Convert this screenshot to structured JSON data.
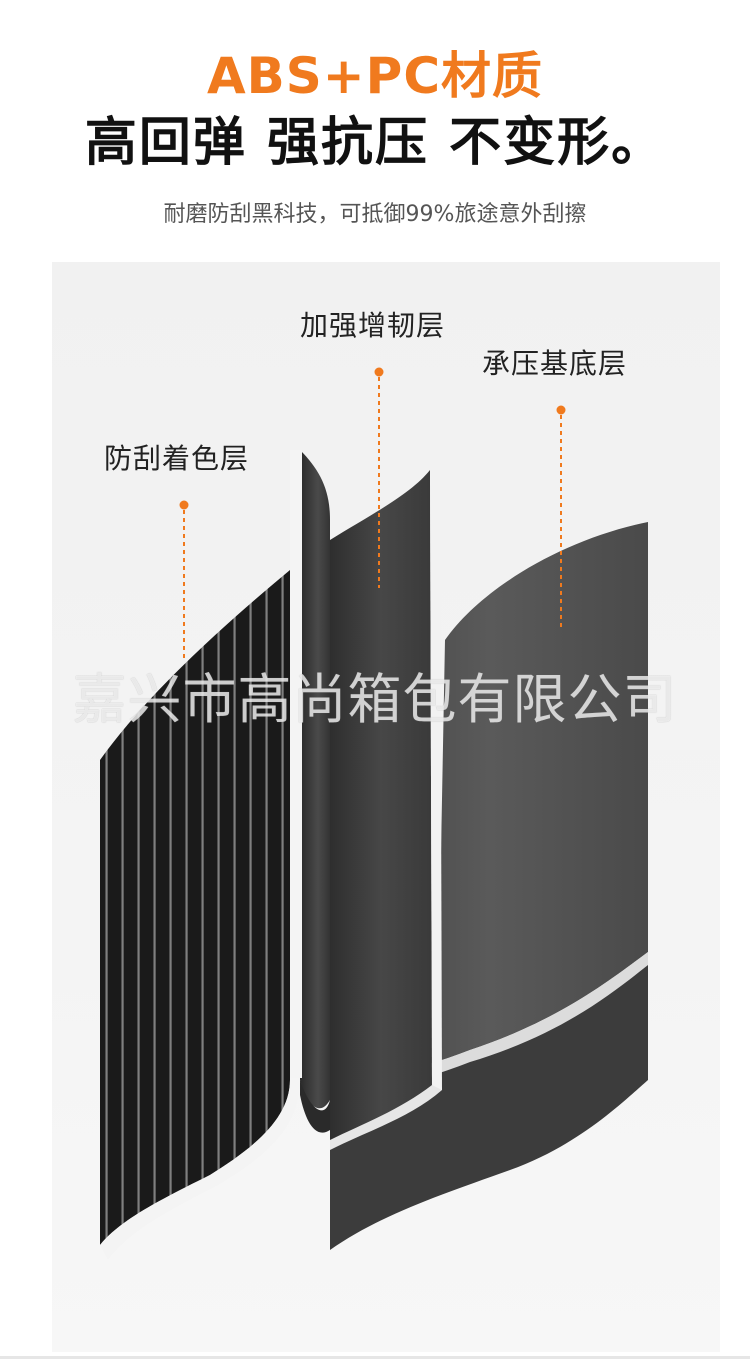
{
  "header": {
    "title_main": "ABS+PC材质",
    "title_sub": "高回弹 强抗压 不变形。",
    "subtitle": "耐磨防刮黑科技，可抵御99%旅途意外刮擦"
  },
  "layers": {
    "outer_label": "防刮着色层",
    "middle_label": "加强增韧层",
    "inner_label": "承压基底层"
  },
  "watermark": "嘉兴市高尚箱包有限公司",
  "colors": {
    "accent": "#f07a1e",
    "title_text": "#111111",
    "subtitle_text": "#555555",
    "panel_dark": "#3a3a3a",
    "panel_mid": "#4d4d4d",
    "panel_light": "#595959"
  }
}
